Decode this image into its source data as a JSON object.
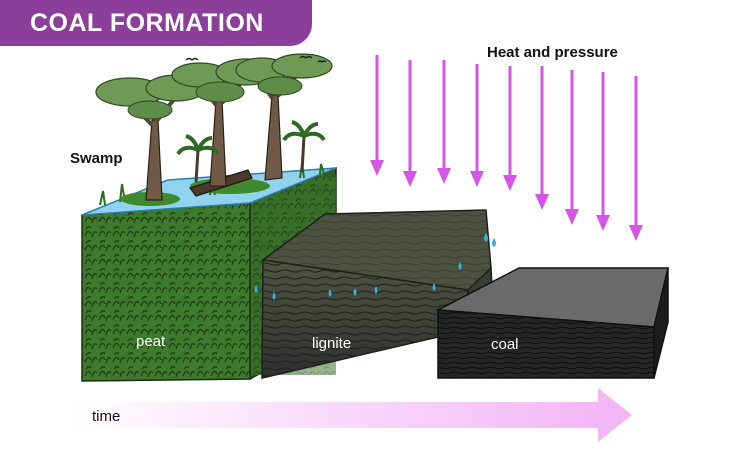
{
  "title": "COAL FORMATION",
  "labels": {
    "heat_and_pressure": "Heat and pressure",
    "swamp": "Swamp",
    "peat": "peat",
    "lignite": "lignite",
    "coal": "coal",
    "time": "time"
  },
  "colors": {
    "banner": "#8c3e9b",
    "arrows": "#d455e6",
    "time_arrow": "#f2b8f6",
    "water": "#8fd3ef",
    "peat_green": "#3f7a2e",
    "lignite_brown": "#4b4f3a",
    "coal_gray": "#2b2b2b"
  },
  "icons": [
    "tree-icon",
    "palm-icon",
    "bird-icon",
    "water-drop-icon"
  ]
}
